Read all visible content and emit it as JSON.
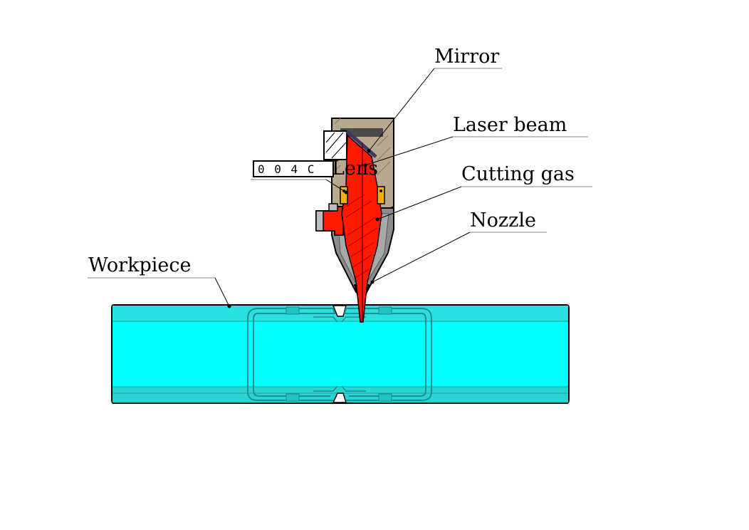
{
  "labels": {
    "mirror": "Mirror",
    "laser_beam": "Laser beam",
    "cutting_gas": "Cutting gas",
    "nozzle": "Nozzle",
    "workpiece": "Workpiece",
    "lens": "Lens",
    "part_code": "0 0 4 C"
  },
  "colors": {
    "workpiece_fill": "#00ffff",
    "workpiece_shade": "#2ad4d4",
    "housing": "#b7a88f",
    "gas_body": "#8c8c8c",
    "beam": "#ff1a00",
    "bearing": "#f5b000"
  }
}
